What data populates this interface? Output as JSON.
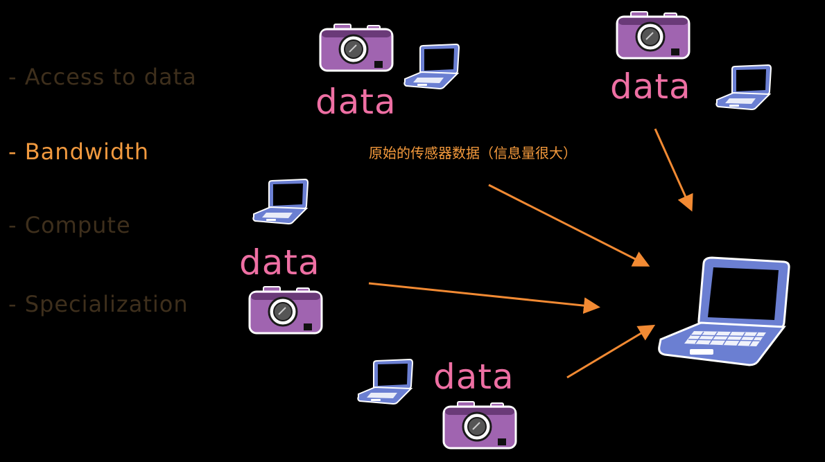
{
  "menu": {
    "items": [
      {
        "label": "- Access to data",
        "state": "dimmed"
      },
      {
        "label": "- Bandwidth",
        "state": "active"
      },
      {
        "label": "- Compute",
        "state": "dimmed"
      },
      {
        "label": "- Specialization",
        "state": "dimmed"
      }
    ]
  },
  "diagram": {
    "node_label": "data",
    "annotation": "原始的传感器数据（信息量很大）",
    "nodes": [
      {
        "label": "data",
        "icons": [
          "camera-icon",
          "laptop-icon"
        ]
      },
      {
        "label": "data",
        "icons": [
          "camera-icon",
          "laptop-icon"
        ]
      },
      {
        "label": "data",
        "icons": [
          "laptop-icon",
          "camera-icon"
        ]
      },
      {
        "label": "data",
        "icons": [
          "laptop-icon",
          "camera-icon"
        ]
      }
    ],
    "central_node": {
      "icon": "laptop-icon"
    }
  },
  "colors": {
    "background": "#000000",
    "active_text": "#f29a3f",
    "dimmed_text": "#3e2f1c",
    "data_text": "#ee6fa3",
    "arrow": "#f28a33",
    "annotation": "#f59a3c",
    "camera_body": "#a064b0",
    "laptop": "#6b7fd2"
  }
}
